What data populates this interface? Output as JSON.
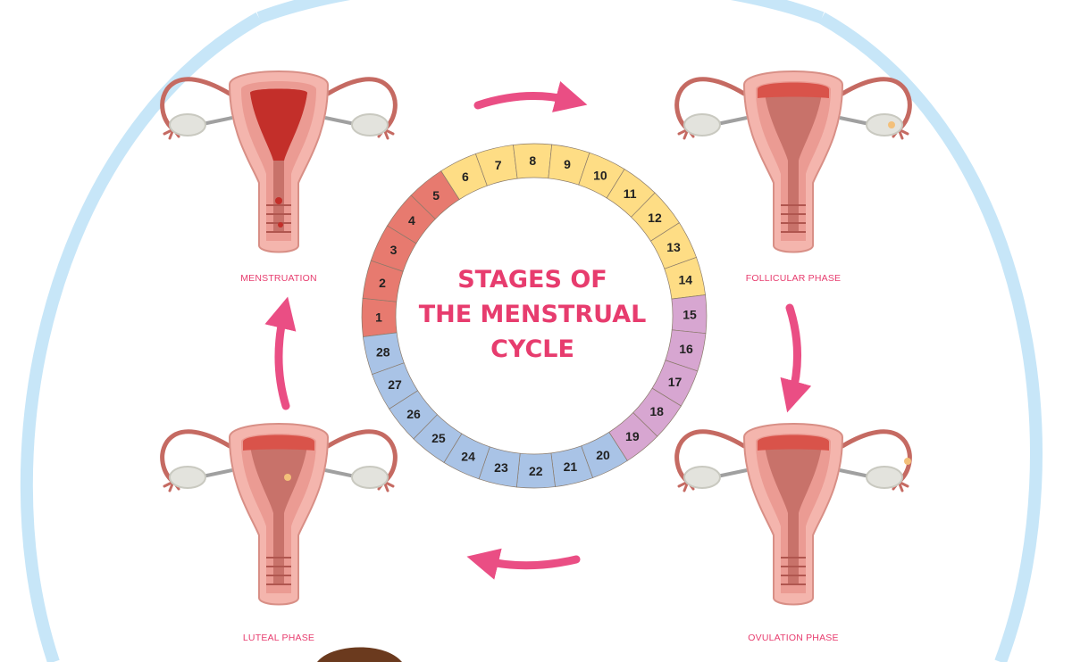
{
  "title": {
    "lines": [
      "STAGES OF",
      "THE MENSTRUAL",
      "CYCLE"
    ]
  },
  "phases": [
    {
      "id": "menstruation",
      "label": "MENSTRUATION",
      "days": [
        1,
        5
      ],
      "color": "#e77a6f",
      "text_color": "#e73c6e"
    },
    {
      "id": "follicular",
      "label": "FOLLICULAR PHASE",
      "days": [
        6,
        14
      ],
      "color": "#fedd85",
      "text_color": "#e73c6e"
    },
    {
      "id": "ovulation",
      "label": "OVULATION PHASE",
      "days": [
        15,
        19
      ],
      "color": "#d7a6d1",
      "text_color": "#e73c6e"
    },
    {
      "id": "luteal",
      "label": "LUTEAL PHASE",
      "days": [
        20,
        28
      ],
      "color": "#a9c3e6",
      "text_color": "#e73c6e"
    }
  ],
  "day_count": 28,
  "colors": {
    "accent": "#e73c6e",
    "arrow": "#ea4e84",
    "ring_border": "#8a7a6a",
    "bg_arc": "#c7e6f8",
    "uterus_outer": "#f4b5ad",
    "uterus_inner": "#c8726a",
    "uterus_lining": "#d9534a",
    "tube": "#c56a62",
    "ovary": "#e3e3dd"
  }
}
